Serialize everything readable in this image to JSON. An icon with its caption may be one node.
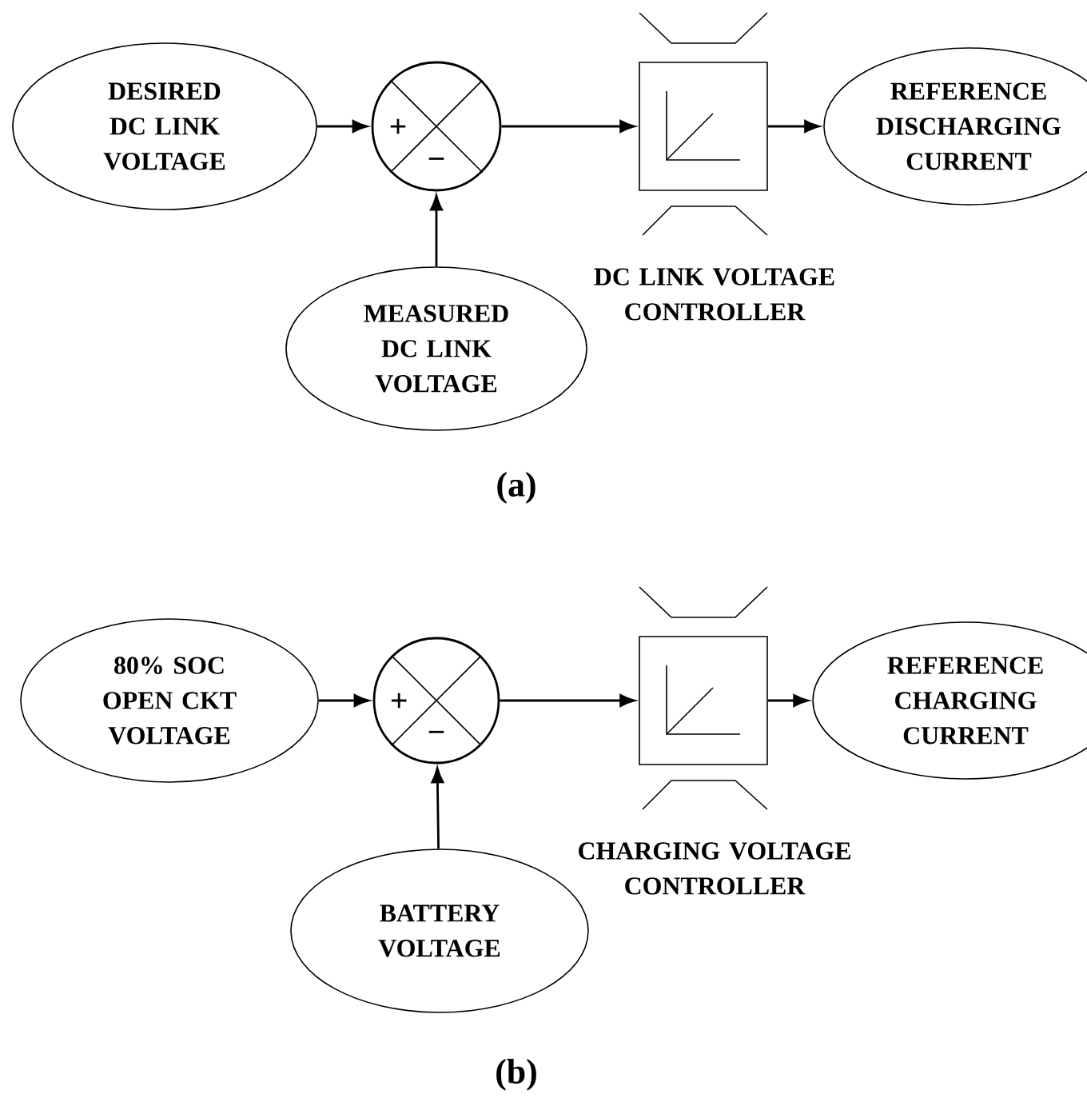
{
  "diagram": {
    "nodes": [
      {
        "text": [
          "DESIRED DC LINK VOLTAGE"
        ]
      },
      {
        "text": [
          "+",
          "−"
        ]
      },
      {
        "text": [],
        "shape": "box"
      },
      {
        "text": [
          "REFERENCE DISCHARGING CURRENT"
        ]
      },
      {
        "text": [
          "MEASURED DC LINK VOLTAGE"
        ]
      },
      {
        "text": [
          "80% SOC OPEN CKT VOLTAGE"
        ]
      },
      {
        "text": [
          "+",
          "−"
        ]
      },
      {
        "text": [],
        "shape": "box"
      },
      {
        "text": [
          "REFERENCE CHARGING CURRENT"
        ]
      },
      {
        "text": [
          "BATTERY VOLTAGE"
        ]
      }
    ],
    "edges": [
      {
        "from": 0,
        "to": 1,
        "arrow": "to"
      },
      {
        "from": 4,
        "to": 1,
        "arrow": "to"
      },
      {
        "from": 1,
        "to": 2,
        "arrow": "to"
      },
      {
        "from": 2,
        "to": 3,
        "arrow": "to"
      },
      {
        "from": 5,
        "to": 6,
        "arrow": "to"
      },
      {
        "from": 9,
        "to": 6,
        "arrow": "to"
      },
      {
        "from": 6,
        "to": 7,
        "arrow": "to"
      },
      {
        "from": 7,
        "to": 8,
        "arrow": "to"
      }
    ],
    "labels": [
      "DC LINK VOLTAGE CONTROLLER",
      "(a)",
      "CHARGING VOLTAGE CONTROLLER",
      "(b)"
    ]
  }
}
